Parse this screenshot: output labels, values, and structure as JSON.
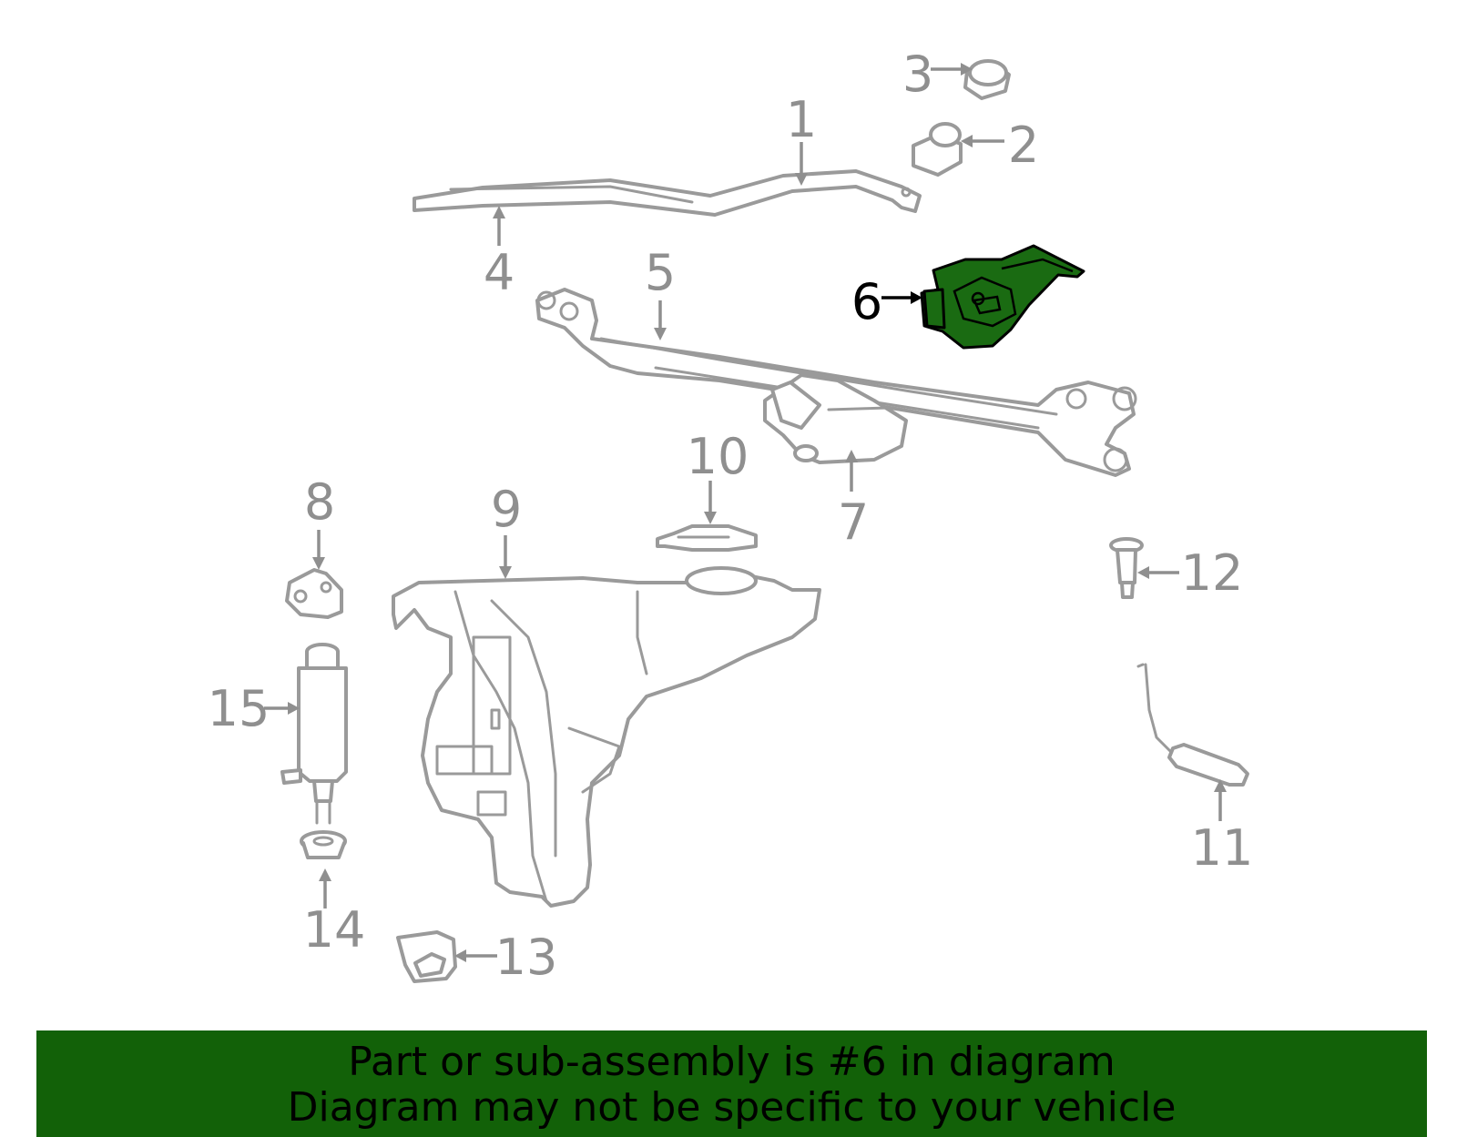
{
  "diagram": {
    "highlight_color": "#1a6b12",
    "callouts": {
      "c1": "1",
      "c2": "2",
      "c3": "3",
      "c4": "4",
      "c5": "5",
      "c6": "6",
      "c7": "7",
      "c8": "8",
      "c9": "9",
      "c10": "10",
      "c11": "11",
      "c12": "12",
      "c13": "13",
      "c14": "14",
      "c15": "15"
    },
    "highlighted_part": "6"
  },
  "banner": {
    "line1": "Part or sub-assembly is #6 in diagram",
    "line2": "Diagram may not be specific to your vehicle",
    "background": "#126108"
  }
}
